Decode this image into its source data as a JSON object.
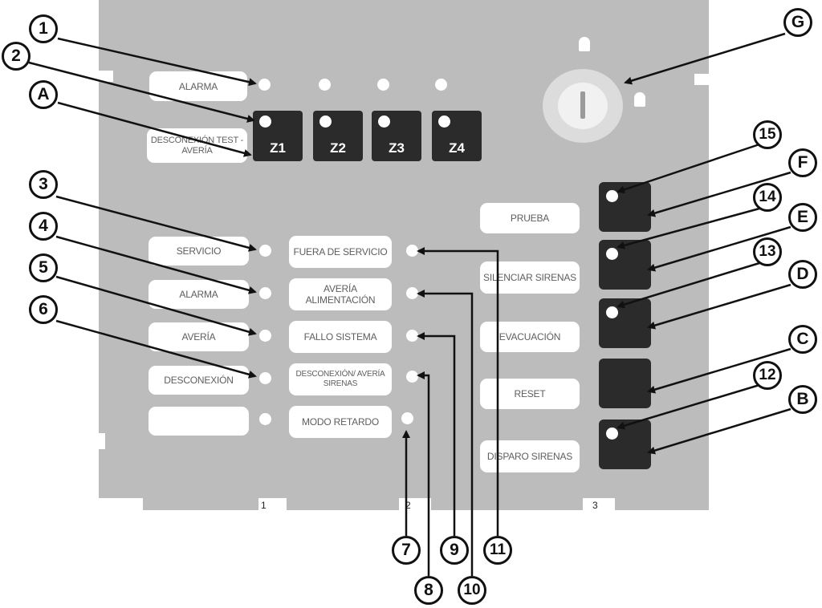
{
  "panel": {
    "zone_labels": {
      "alarm": "ALARMA",
      "disconnect": "DESCONEXIÓN TEST - AVERÍA"
    },
    "zones": [
      "Z1",
      "Z2",
      "Z3",
      "Z4"
    ],
    "status_left": [
      "SERVICIO",
      "ALARMA",
      "AVERÍA",
      "DESCONEXIÓN",
      ""
    ],
    "status_mid": [
      "FUERA DE SERVICIO",
      "AVERÍA ALIMENTACIÓN",
      "FALLO SISTEMA",
      "DESCONEXIÓN/ AVERÍA SIRENAS",
      "MODO RETARDO"
    ],
    "controls": [
      "PRUEBA",
      "SILENCIAR SIRENAS",
      "EVACUACIÓN",
      "RESET",
      "DISPARO SIRENAS"
    ],
    "column_ticks": [
      "1",
      "2",
      "3"
    ]
  },
  "callouts": {
    "c1": "1",
    "c2": "2",
    "cA": "A",
    "c3": "3",
    "c4": "4",
    "c5": "5",
    "c6": "6",
    "cG": "G",
    "c15": "15",
    "cF": "F",
    "c14": "14",
    "cE": "E",
    "c13": "13",
    "cD": "D",
    "cC": "C",
    "c12": "12",
    "cB": "B",
    "c7": "7",
    "c9": "9",
    "c11": "11",
    "c8": "8",
    "c10": "10"
  },
  "colors": {
    "panel": "#bcbcbc",
    "button": "#2b2b2b",
    "label": "#ffffff"
  }
}
